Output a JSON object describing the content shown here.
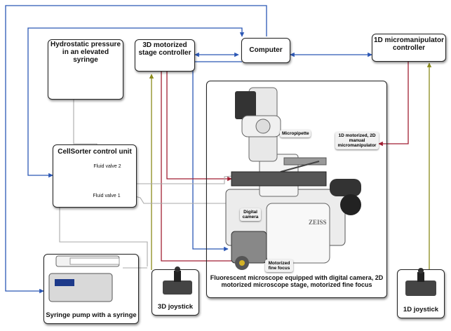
{
  "nodes": {
    "hydrostatic": "Hydrostatic pressure in an elevated syringe",
    "stage_controller": "3D motorized stage controller",
    "computer": "Computer",
    "micromanipulator_controller": "1D micromanipulator controller",
    "cellsorter": "CellSorter control unit",
    "fluid_valve_2": "Fluid valve 2",
    "fluid_valve_1": "Fluid valve 1",
    "microscope": "Fluorescent microscope equipped with digital camera, 2D motorized microscope stage, motorized fine focus",
    "syringe_pump": "Syringe pump with a syringe",
    "joystick_3d": "3D joystick",
    "joystick_1d": "1D joystick"
  },
  "callouts": {
    "micropipette": "Micropipette",
    "micromanipulator": "1D motorized, 2D manual micromanipulator",
    "camera": "Digital camera",
    "fine_focus": "Motorized fine focus"
  },
  "colors": {
    "blue": "#2b57b5",
    "red": "#a11f33",
    "olive": "#8a8a1a",
    "gray": "#aaaaaa"
  }
}
